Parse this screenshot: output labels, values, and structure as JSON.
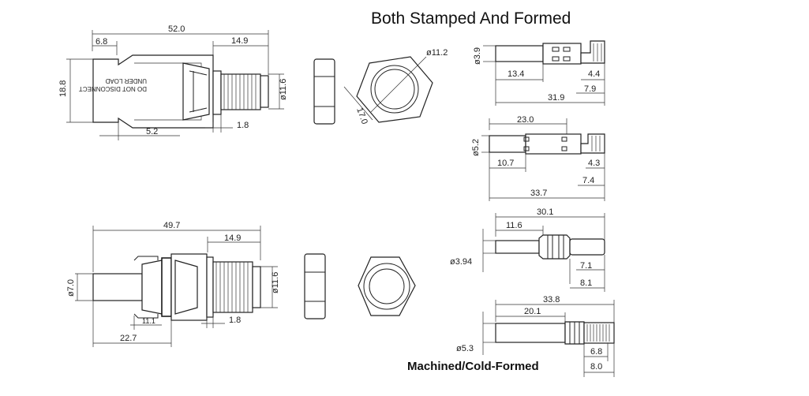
{
  "titles": {
    "top": "Both Stamped And Formed",
    "bottom": "Machined/Cold-Formed"
  },
  "connector_top": {
    "body_text_1": "DO NOT DISCONNECT",
    "body_text_2": "UNDER LOAD",
    "dims": {
      "overall_length": "52.0",
      "latch": "6.8",
      "thread_length": "14.9",
      "height": "18.8",
      "thread_dia": "ø11.6",
      "base": "5.2",
      "gap": "1.8"
    }
  },
  "nut_top": {
    "dia": "ø11.2",
    "flats": "17.0"
  },
  "connector_bottom": {
    "dims": {
      "overall_length": "49.7",
      "thread_length": "14.9",
      "shank_dia": "ø7.0",
      "thread_dia": "ø11.6",
      "latch": "11.1",
      "base": "22.7",
      "gap": "1.8"
    }
  },
  "pin_1": {
    "dia": "ø3.9",
    "a": "13.4",
    "b": "4.4",
    "c": "7.9",
    "total": "31.9"
  },
  "pin_2": {
    "top": "23.0",
    "dia": "ø5.2",
    "a": "10.7",
    "b": "4.3",
    "c": "7.4",
    "total": "33.7"
  },
  "pin_3": {
    "total": "30.1",
    "a": "11.6",
    "dia": "ø3.94",
    "b": "7.1",
    "c": "8.1"
  },
  "pin_4": {
    "total": "33.8",
    "a": "20.1",
    "dia": "ø5.3",
    "b": "6.8",
    "c": "8.0"
  }
}
